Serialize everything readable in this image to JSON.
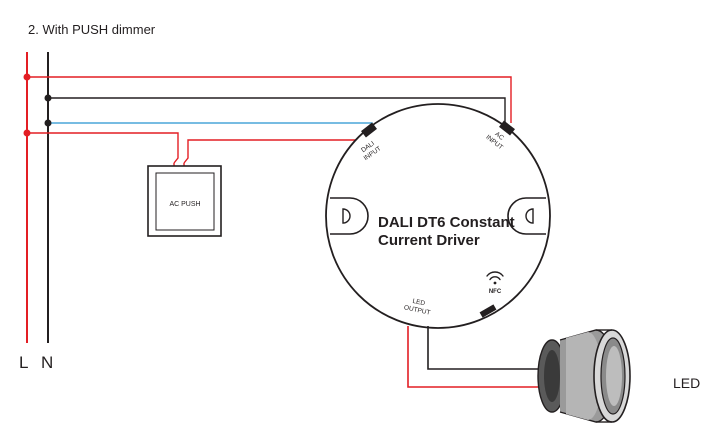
{
  "heading": "2. With PUSH dimmer",
  "terminals": {
    "line": "L",
    "neutral": "N"
  },
  "switch": {
    "label": "AC PUSH"
  },
  "driver": {
    "title_line1": "DALI DT6 Constant",
    "title_line2": "Current Driver",
    "dali_input_line1": "DALI",
    "dali_input_line2": "INPUT",
    "ac_input_line1": "AC",
    "ac_input_line2": "INPUT",
    "led_output_line1": "LED",
    "led_output_line2": "OUTPUT",
    "nfc_label": "NFC"
  },
  "load": {
    "label": "LED"
  },
  "colors": {
    "line_wire": "#e31e24",
    "neutral_wire": "#231f20",
    "dali_wire": "#4aa6d9",
    "outline": "#231f20"
  }
}
